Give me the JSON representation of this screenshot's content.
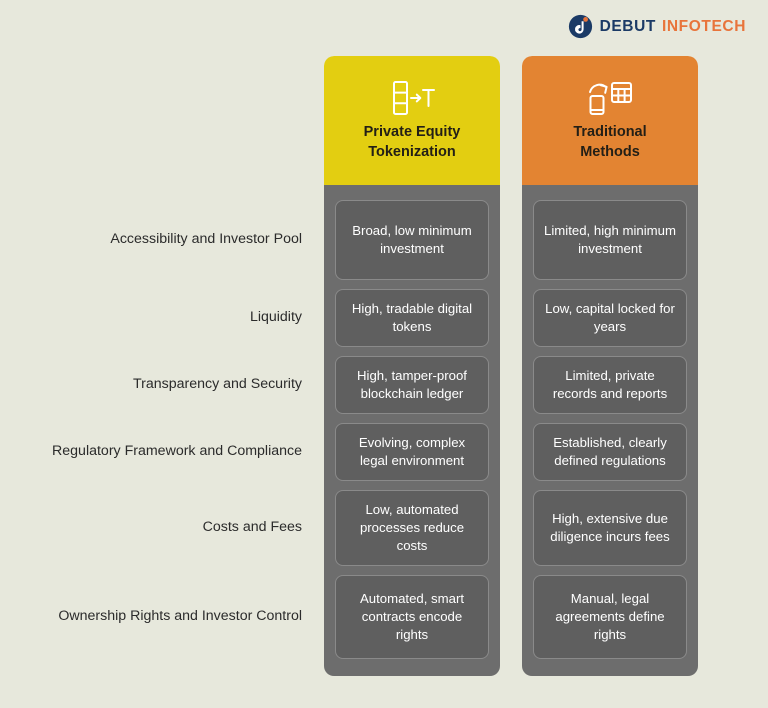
{
  "brand": {
    "mark_icon": "debut-d-logo-icon",
    "name_primary": "DEBUT",
    "name_secondary": "INFOTECH",
    "color_primary": "#1b3a66",
    "color_secondary": "#e8743b"
  },
  "theme": {
    "background": "#e7e8dc",
    "column_body": "#6d6d6d",
    "cell_background": "#5f5f5f",
    "cell_border": "#8a8a8a",
    "header_1_color": "#e3ce11",
    "header_2_color": "#e38432",
    "label_text": "#2b2b2b",
    "cell_text": "#ffffff"
  },
  "table": {
    "columns": [
      {
        "id": "private-equity-tokenization",
        "title": "Private Equity\nTokenization",
        "title_line1": "Private Equity",
        "title_line2": "Tokenization",
        "icon": "token-conversion-icon",
        "accent": "#e3ce11"
      },
      {
        "id": "traditional-methods",
        "title": "Traditional\nMethods",
        "title_line1": "Traditional",
        "title_line2": "Methods",
        "icon": "paper-calculator-icon",
        "accent": "#e38432"
      }
    ],
    "rows": [
      {
        "label": "Accessibility and Investor Pool",
        "tokenization": "Broad, low minimum investment",
        "traditional": "Limited, high minimum investment"
      },
      {
        "label": "Liquidity",
        "tokenization": "High, tradable digital tokens",
        "traditional": "Low, capital locked for years"
      },
      {
        "label": "Transparency and Security",
        "tokenization": "High, tamper-proof blockchain ledger",
        "traditional": "Limited, private records and reports"
      },
      {
        "label": "Regulatory Framework and Compliance",
        "tokenization": "Evolving, complex legal environment",
        "traditional": "Established, clearly defined regulations"
      },
      {
        "label": "Costs and Fees",
        "tokenization": "Low, automated processes reduce costs",
        "traditional": "High, extensive due diligence incurs fees"
      },
      {
        "label": "Ownership Rights and Investor Control",
        "tokenization": "Automated, smart contracts encode rights",
        "traditional": "Manual, legal agreements define rights"
      }
    ]
  }
}
